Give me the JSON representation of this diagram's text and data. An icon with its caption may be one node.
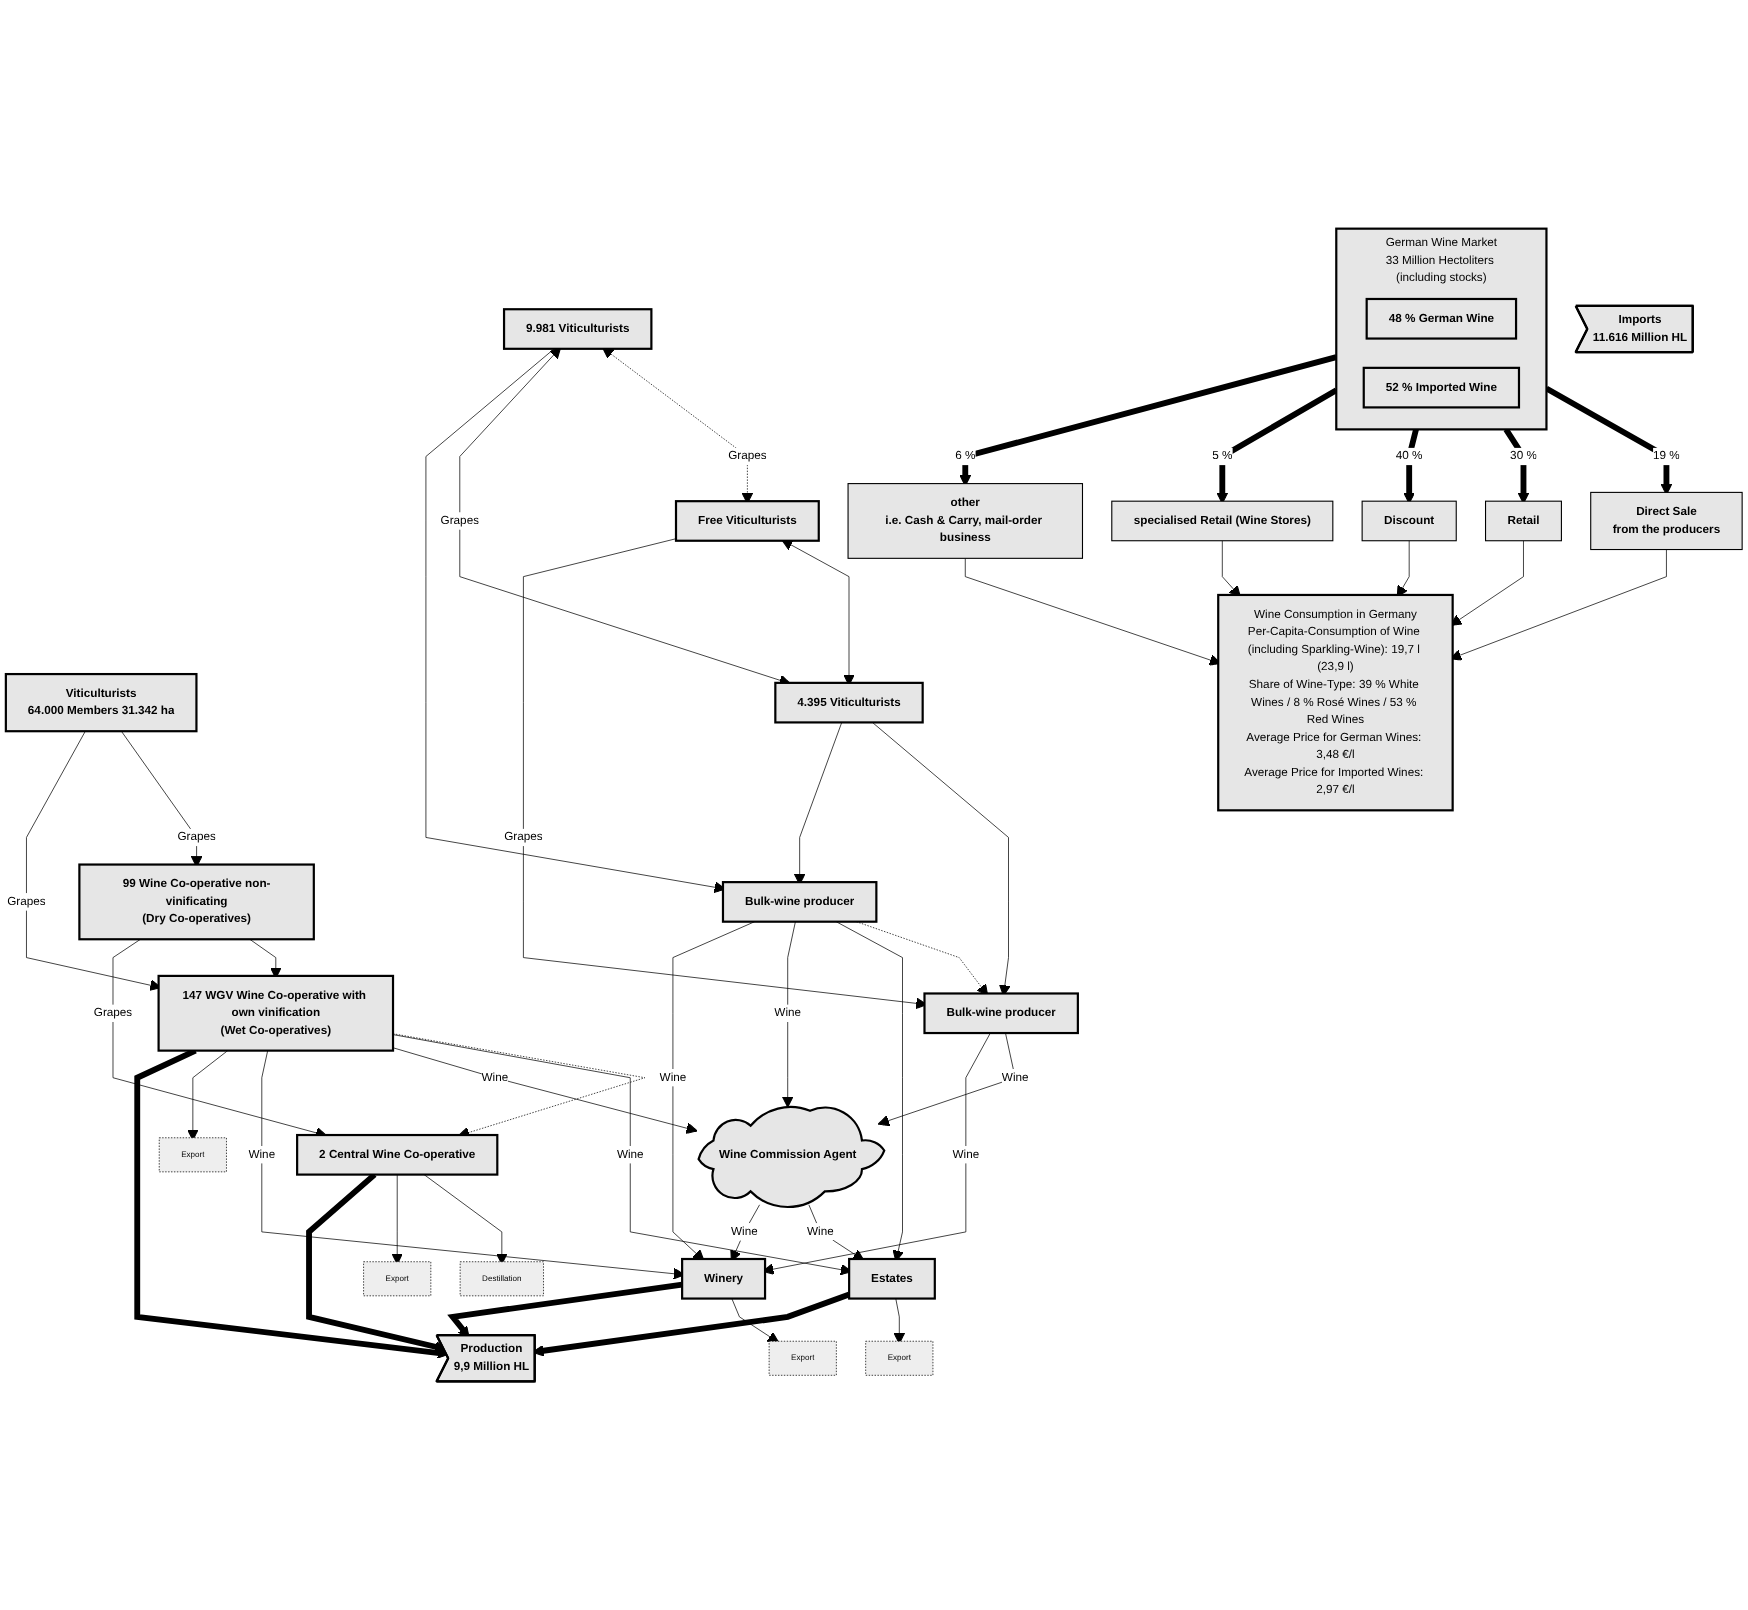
{
  "diagram": {
    "nodes": [
      {
        "text": [
          "Viticulturists",
          "64.000 Members 31.342 ha"
        ]
      },
      {
        "text": [
          "99 Wine Co-operative non-vinificating",
          "(Dry Co-operatives)"
        ]
      },
      {
        "text": [
          "147 WGV Wine Co-operative with own vinification",
          "(Wet Co-operatives)"
        ]
      },
      {
        "text": [
          "2 Central Wine Co-operative"
        ]
      },
      {
        "text": [
          "Free Viticulturists"
        ]
      },
      {
        "text": [
          "4.395 Viticulturists"
        ]
      },
      {
        "text": [
          "Bulk-wine producer"
        ]
      },
      {
        "text": [
          "9.981 Viticulturists"
        ]
      },
      {
        "text": [
          "Bulk-wine producer"
        ]
      },
      {
        "text": [
          "Estates"
        ]
      },
      {
        "text": [
          "Wine Commission Agent"
        ]
      },
      {
        "text": [
          "Winery"
        ]
      },
      {
        "text": [
          "Destillation"
        ]
      },
      {
        "text": [
          "Export"
        ]
      },
      {
        "text": [
          "Export"
        ]
      },
      {
        "text": [
          "Export"
        ]
      },
      {
        "text": [
          "Export"
        ]
      },
      {
        "text": [
          "Production",
          "9,9 Million HL"
        ]
      },
      {
        "text": [
          "German Wine Market",
          "33 Million Hectoliters (including stocks)"
        ]
      },
      {
        "text": [
          "48 % German Wine"
        ],
        "in": 18
      },
      {
        "text": [
          "52 % Imported Wine"
        ],
        "in": 18
      },
      {
        "text": [
          "Imports",
          "11.616 Million HL"
        ]
      },
      {
        "text": [
          "Direct Sale",
          "from the producers"
        ]
      },
      {
        "text": [
          "Retail"
        ]
      },
      {
        "text": [
          "Discount"
        ]
      },
      {
        "text": [
          "specialised Retail (Wine Stores)"
        ]
      },
      {
        "text": [
          "other",
          "i.e. Cash & Carry, mail-order business"
        ]
      },
      {
        "text": [
          "Wine Consumption in Germany",
          "Per-Capita-Consumption of Wine (including Sparkling-Wine): 19,7 l (23,9 l)",
          "Share of Wine-Type: 39 % White Wines / 8 % Rosé Wines / 53 % Red Wines",
          "Average Price for German Wines: 3,48 €/l",
          "Average Price for Imported Wines: 2,97 €/l"
        ]
      }
    ],
    "edges": [
      {
        "from": 0,
        "to": 1,
        "arrow": "to",
        "label": "Grapes"
      },
      {
        "from": 0,
        "to": 2,
        "arrow": "to",
        "label": "Grapes"
      },
      {
        "from": 1,
        "to": 2,
        "arrow": "to"
      },
      {
        "from": 1,
        "to": 3,
        "arrow": "to",
        "label": "Grapes"
      },
      {
        "from": 2,
        "to": 3,
        "arrow": "to",
        "style": "dashed"
      },
      {
        "from": 4,
        "to": 7,
        "arrow": "both",
        "label": "Grapes",
        "style": "dashed"
      },
      {
        "from": 4,
        "to": 5,
        "arrow": "both"
      },
      {
        "from": 4,
        "to": 6,
        "arrow": "to",
        "label": "Grapes"
      },
      {
        "from": 5,
        "to": 7,
        "arrow": "both",
        "label": "Grapes"
      },
      {
        "from": 5,
        "to": 6,
        "arrow": "to"
      },
      {
        "from": 8,
        "to": 6,
        "arrow": "to",
        "style": "dashed"
      },
      {
        "from": 5,
        "to": 8,
        "arrow": "to"
      },
      {
        "from": 7,
        "to": 8,
        "arrow": "to"
      },
      {
        "from": 8,
        "to": 9,
        "arrow": "to"
      },
      {
        "from": 2,
        "to": 9,
        "arrow": "to",
        "label": "Wine"
      },
      {
        "from": 2,
        "to": 10,
        "arrow": "to",
        "label": "Wine"
      },
      {
        "from": 6,
        "to": 10,
        "arrow": "to",
        "label": "Wine"
      },
      {
        "from": 8,
        "to": 10,
        "arrow": "to",
        "label": "Wine"
      },
      {
        "from": 6,
        "to": 11,
        "arrow": "to",
        "label": "Wine"
      },
      {
        "from": 2,
        "to": 11,
        "arrow": "to",
        "label": "Wine"
      },
      {
        "from": 10,
        "to": 9,
        "arrow": "to",
        "label": "Wine"
      },
      {
        "from": 10,
        "to": 11,
        "arrow": "to",
        "label": "Wine"
      },
      {
        "from": 8,
        "to": 11,
        "arrow": "to",
        "label": "Wine"
      },
      {
        "from": 3,
        "to": 12,
        "arrow": "to"
      },
      {
        "from": 3,
        "to": 13,
        "arrow": "to"
      },
      {
        "from": 2,
        "to": 14,
        "arrow": "to"
      },
      {
        "from": 11,
        "to": 15,
        "arrow": "to"
      },
      {
        "from": 9,
        "to": 16,
        "arrow": "to"
      },
      {
        "from": 3,
        "to": 17,
        "arrow": "to",
        "style": "thick"
      },
      {
        "from": 2,
        "to": 17,
        "arrow": "to",
        "style": "thick"
      },
      {
        "from": 11,
        "to": 17,
        "arrow": "to",
        "style": "thick"
      },
      {
        "from": 9,
        "to": 17,
        "arrow": "to",
        "style": "thick"
      },
      {
        "from": 18,
        "to": 22,
        "arrow": "to",
        "label": "19 %",
        "style": "thick"
      },
      {
        "from": 18,
        "to": 23,
        "arrow": "to",
        "label": "30 %",
        "style": "thick"
      },
      {
        "from": 18,
        "to": 24,
        "arrow": "to",
        "label": "40 %",
        "style": "thick"
      },
      {
        "from": 18,
        "to": 25,
        "arrow": "to",
        "label": "5 %",
        "style": "thick"
      },
      {
        "from": 18,
        "to": 26,
        "arrow": "to",
        "label": "6 %",
        "style": "thick"
      },
      {
        "from": 22,
        "to": 27,
        "arrow": "to"
      },
      {
        "from": 23,
        "to": 27,
        "arrow": "to"
      },
      {
        "from": 24,
        "to": 27,
        "arrow": "to"
      },
      {
        "from": 25,
        "to": 27,
        "arrow": "to"
      },
      {
        "from": 26,
        "to": 27,
        "arrow": "to"
      }
    ]
  }
}
